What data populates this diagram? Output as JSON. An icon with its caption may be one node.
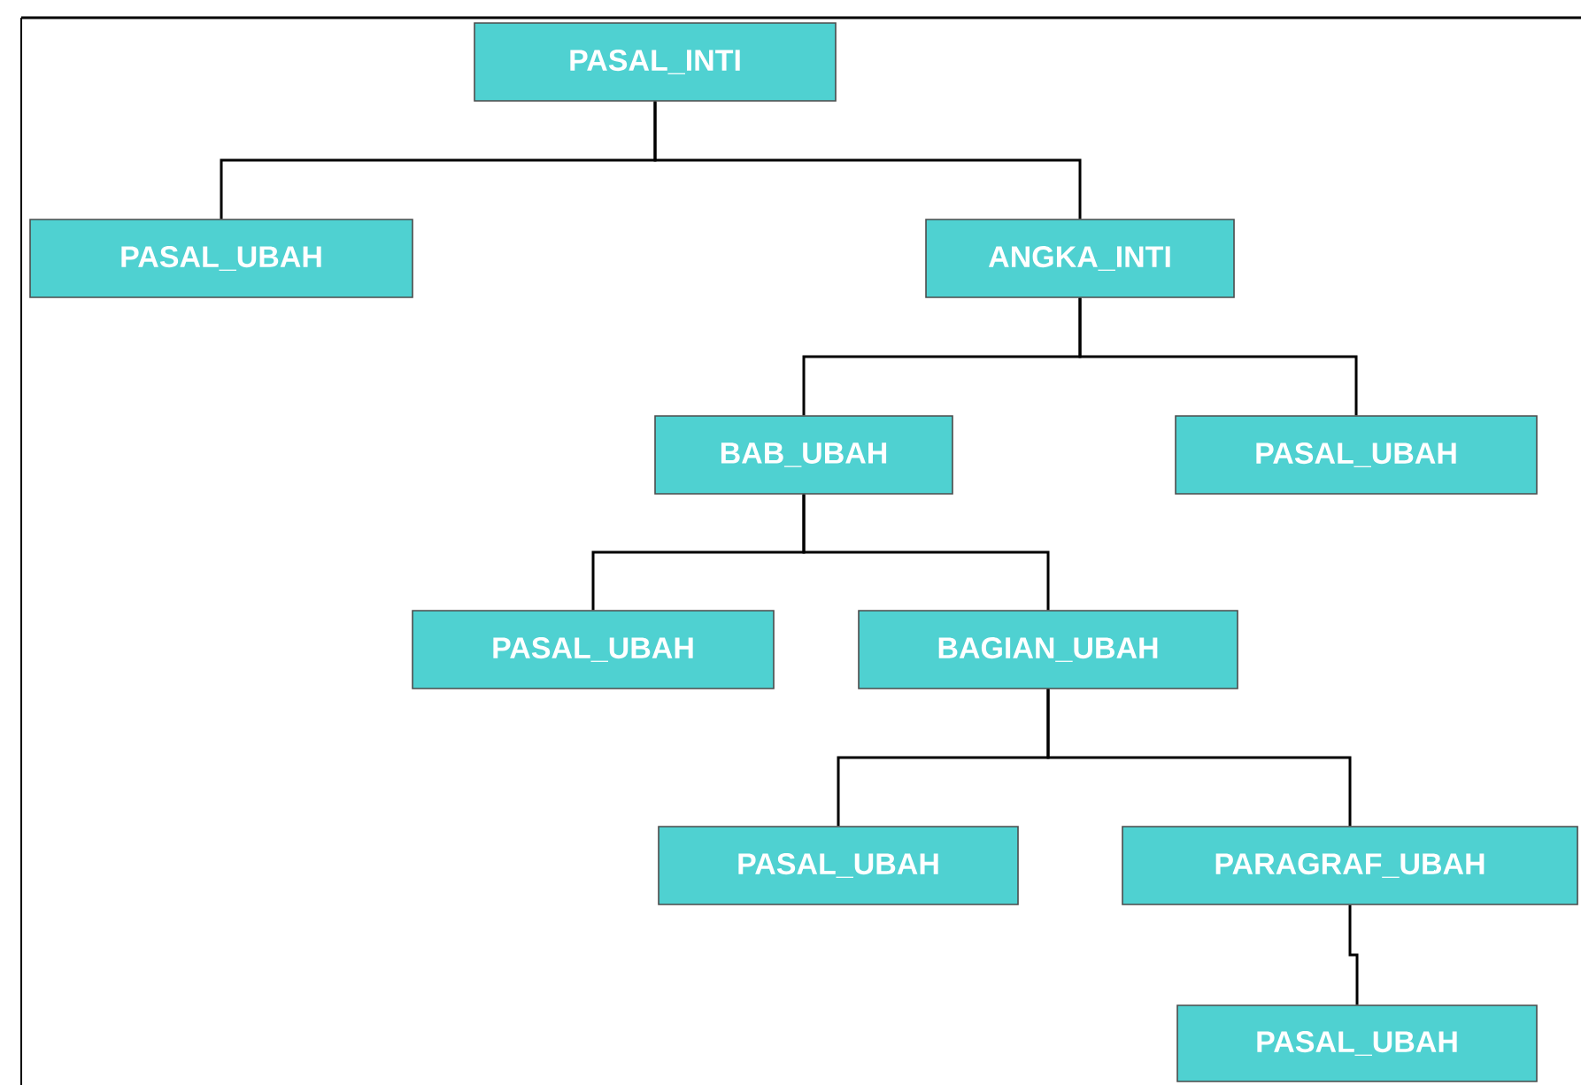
{
  "diagram": {
    "nodes": [
      {
        "text": [
          "PASAL_INTI"
        ]
      },
      {
        "text": [
          "PASAL_UBAH"
        ]
      },
      {
        "text": [
          "ANGKA_INTI"
        ]
      },
      {
        "text": [
          "BAB_UBAH"
        ]
      },
      {
        "text": [
          "PASAL_UBAH"
        ]
      },
      {
        "text": [
          "PASAL_UBAH"
        ]
      },
      {
        "text": [
          "BAGIAN_UBAH"
        ]
      },
      {
        "text": [
          "PASAL_UBAH"
        ]
      },
      {
        "text": [
          "PARAGRAF_UBAH"
        ]
      },
      {
        "text": [
          "PASAL_UBAH"
        ]
      }
    ],
    "edges": [
      {
        "from": 0,
        "to": 1,
        "arrow": "none"
      },
      {
        "from": 0,
        "to": 2,
        "arrow": "none"
      },
      {
        "from": 2,
        "to": 3,
        "arrow": "none"
      },
      {
        "from": 2,
        "to": 4,
        "arrow": "none"
      },
      {
        "from": 3,
        "to": 5,
        "arrow": "none"
      },
      {
        "from": 3,
        "to": 6,
        "arrow": "none"
      },
      {
        "from": 6,
        "to": 7,
        "arrow": "none"
      },
      {
        "from": 6,
        "to": 8,
        "arrow": "none"
      },
      {
        "from": 8,
        "to": 9,
        "arrow": "none"
      }
    ]
  }
}
